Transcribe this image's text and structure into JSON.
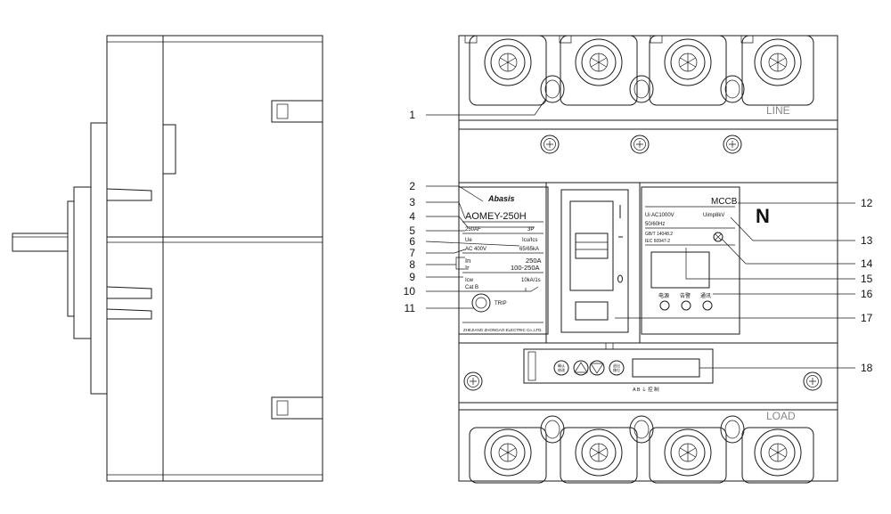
{
  "front_panel": {
    "brand": "Abasis",
    "model": "AOMEY-250H",
    "frame": "250AF",
    "poles": "3P",
    "ue_label": "Ue",
    "icu_ics_label": "Icu/Ics",
    "voltage": "AC 400V",
    "breaking_capacity": "65/65kA",
    "in_label": "In",
    "in_value": "250A",
    "ir_label": "Ir",
    "ir_value": "100-250A",
    "icw_label": "Icw",
    "icw_value": "10kA/1s",
    "category": "Cat B",
    "trip_label": "TRIP",
    "manufacturer": "ZHEJIANG ZHONGAO ELECTRIC Co.,LTD.",
    "type_label": "MCCB",
    "ui_rating": "Ui AC1000V",
    "uimp_rating": "Uimp8kV",
    "frequency": "50/60Hz",
    "standard_gb": "GB/T 14048.2",
    "standard_iec": "IEC 60947-2",
    "indicator_power": "电源",
    "indicator_alarm": "告警",
    "indicator_comm": "通讯",
    "neutral_mark": "N",
    "line_label": "LINE",
    "load_label": "LOAD",
    "bus_labels": "A  B  ⏚  控  制",
    "btn_confirm_1": "确认",
    "btn_confirm_2": "修改",
    "btn_back_1": "退出",
    "btn_back_2": "移位",
    "switch_on_mark": "I",
    "switch_off_mark": "O"
  },
  "callouts": [
    "1",
    "2",
    "3",
    "4",
    "5",
    "6",
    "7",
    "8",
    "9",
    "10",
    "11",
    "12",
    "13",
    "14",
    "15",
    "16",
    "17",
    "18"
  ]
}
